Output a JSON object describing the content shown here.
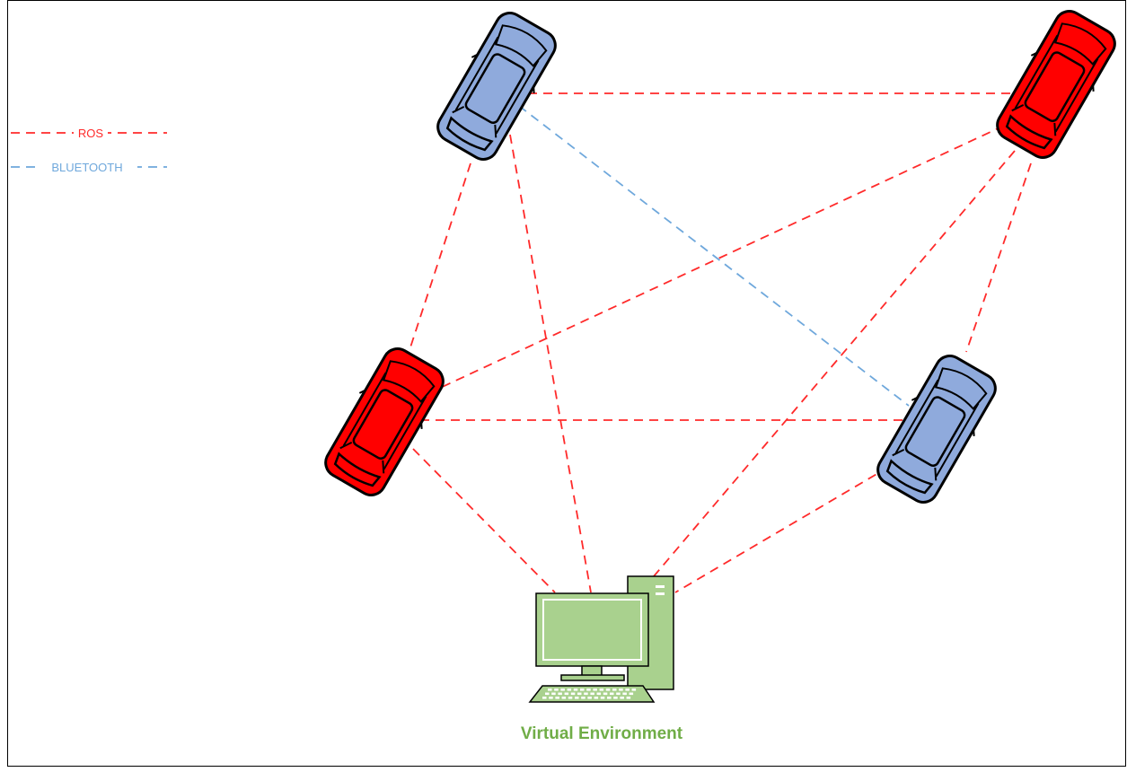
{
  "legend": {
    "ros_label": "ROS",
    "bluetooth_label": "BLUETOOTH"
  },
  "computer_label": "Virtual Environment",
  "colors": {
    "ros": "#FF2A2A",
    "bluetooth": "#6FA8DC",
    "car_red": "#FF0000",
    "car_blue": "#8FAADC",
    "computer_fill": "#A9D18E",
    "computer_label": "#70AD47",
    "outline": "#000000"
  },
  "icons": {
    "car": "car-icon",
    "computer": "desktop-computer-icon"
  },
  "nodes": [
    {
      "id": "car-top-left",
      "kind": "car",
      "color": "blue"
    },
    {
      "id": "car-top-right",
      "kind": "car",
      "color": "red"
    },
    {
      "id": "car-mid-left",
      "kind": "car",
      "color": "red"
    },
    {
      "id": "car-mid-right",
      "kind": "car",
      "color": "blue"
    },
    {
      "id": "computer",
      "kind": "computer"
    }
  ],
  "links": [
    {
      "from": "car-top-left",
      "to": "car-top-right",
      "type": "ros"
    },
    {
      "from": "car-top-left",
      "to": "car-mid-left",
      "type": "ros"
    },
    {
      "from": "car-top-left",
      "to": "computer",
      "type": "ros"
    },
    {
      "from": "car-top-left",
      "to": "car-mid-right",
      "type": "bluetooth"
    },
    {
      "from": "car-top-right",
      "to": "car-mid-left",
      "type": "ros"
    },
    {
      "from": "car-top-right",
      "to": "car-mid-right",
      "type": "ros"
    },
    {
      "from": "car-top-right",
      "to": "computer",
      "type": "ros"
    },
    {
      "from": "car-mid-left",
      "to": "car-mid-right",
      "type": "ros"
    },
    {
      "from": "car-mid-left",
      "to": "computer",
      "type": "ros"
    },
    {
      "from": "car-mid-right",
      "to": "computer",
      "type": "ros"
    }
  ]
}
